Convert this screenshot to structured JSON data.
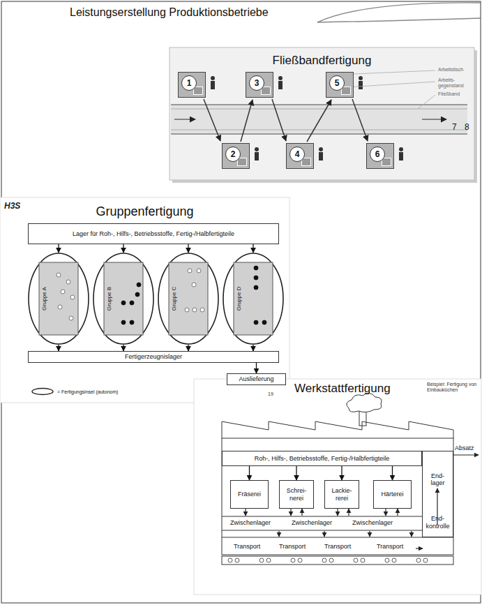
{
  "diagram": {
    "title": "Leistungserstellung Produktionsbetriebe",
    "nodes": [
      {
        "text": [
          "Fließbandfertigung"
        ]
      },
      {
        "text": [
          "1"
        ],
        "in": 0
      },
      {
        "text": [
          "2"
        ],
        "in": 0
      },
      {
        "text": [
          "3"
        ],
        "in": 0
      },
      {
        "text": [
          "4"
        ],
        "in": 0
      },
      {
        "text": [
          "5"
        ],
        "in": 0
      },
      {
        "text": [
          "6"
        ],
        "in": 0
      },
      {
        "text": [
          "Gruppenfertigung"
        ]
      },
      {
        "text": [
          "Lager für Roh-, Hilfs-, Betriebsstoffe, Fertig-/Halbfertigteile"
        ],
        "in": 7
      },
      {
        "text": [
          "Gruppe A"
        ],
        "in": 7
      },
      {
        "text": [
          "Gruppe B"
        ],
        "in": 7
      },
      {
        "text": [
          "Gruppe C"
        ],
        "in": 7
      },
      {
        "text": [
          "Gruppe D"
        ],
        "in": 7
      },
      {
        "text": [
          "Fertigerzeugnislager"
        ],
        "in": 7
      },
      {
        "text": [
          "Auslieferung"
        ],
        "in": 7
      },
      {
        "text": [
          "Werkstattfertigung"
        ]
      },
      {
        "text": [
          "Roh-, Hilfs-, Betriebsstoffe, Fertig-/Halbfertigteile"
        ],
        "in": 15
      },
      {
        "text": [
          "Fräserei"
        ],
        "in": 15
      },
      {
        "text": [
          "Schrei- nerei"
        ],
        "in": 15
      },
      {
        "text": [
          "Lackie- rerei"
        ],
        "in": 15
      },
      {
        "text": [
          "Härterei"
        ],
        "in": 15
      },
      {
        "text": [
          "End- lager",
          "End- kontrolle"
        ],
        "in": 15
      }
    ],
    "edges": [
      {
        "from": 8,
        "to": 9,
        "arrow": "to"
      },
      {
        "from": 8,
        "to": 10,
        "arrow": "to"
      },
      {
        "from": 8,
        "to": 11,
        "arrow": "to"
      },
      {
        "from": 8,
        "to": 12,
        "arrow": "to"
      },
      {
        "from": 9,
        "to": 13,
        "arrow": "to"
      },
      {
        "from": 10,
        "to": 13,
        "arrow": "to"
      },
      {
        "from": 11,
        "to": 13,
        "arrow": "to"
      },
      {
        "from": 12,
        "to": 13,
        "arrow": "to"
      },
      {
        "from": 13,
        "to": 14,
        "arrow": "to"
      },
      {
        "from": 16,
        "to": 17,
        "arrow": "to"
      },
      {
        "from": 16,
        "to": 18,
        "arrow": "to"
      },
      {
        "from": 16,
        "to": 19,
        "arrow": "to"
      },
      {
        "from": 16,
        "to": 20,
        "arrow": "to"
      }
    ],
    "labels": [
      "Arbeitstisch",
      "Arbeits- gegenstand",
      "Fließband",
      "7",
      "8",
      "H3S",
      "19",
      "Beispiel: Fertigung von Einbauküchen",
      "Zwischenlager",
      "Zwischenlager",
      "Zwischenlager",
      "Transport",
      "Transport",
      "Transport",
      "Transport",
      "Absatz"
    ],
    "legend": [
      {
        "text": "= Fertigungsinsel (autonom)"
      }
    ]
  }
}
